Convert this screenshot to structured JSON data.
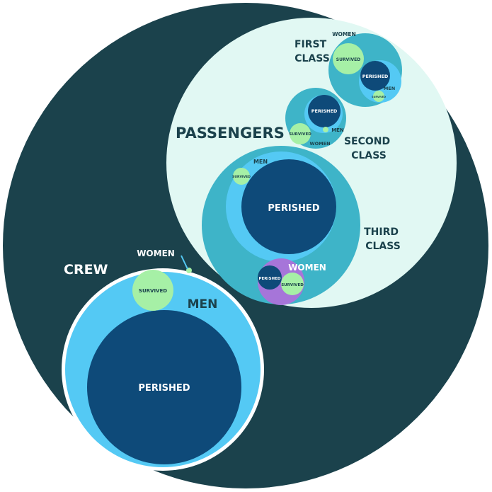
{
  "diagram": {
    "colors": {
      "outer": "#1b424c",
      "passengers_bg": "#e1f8f3",
      "class_teal": "#3eb4c8",
      "men_light_blue": "#54c9f4",
      "perished_navy": "#0e4a79",
      "survived_green": "#a6f0a6",
      "women_purple": "#a675d9",
      "white": "#ffffff",
      "dark_text": "#1b424c"
    },
    "labels": {
      "passengers": "PASSENGERS",
      "first_class_line1": "FIRST",
      "first_class_line2": "CLASS",
      "second_class_line1": "SECOND",
      "second_class_line2": "CLASS",
      "third_class_line1": "THIRD",
      "third_class_line2": "CLASS",
      "crew": "CREW",
      "crew_women": "WOMEN",
      "crew_men": "MEN",
      "crew_survived": "SURVIVED",
      "crew_perished": "PERISHED",
      "first_women": "WOMEN",
      "first_survived": "SURVIVED",
      "first_perished": "PERISHED",
      "first_men": "MEN",
      "first_men_survived": "SURVIVED",
      "second_perished": "PERISHED",
      "second_survived": "SURVIVED",
      "second_men": "MEN",
      "second_women": "WOMEN",
      "third_men": "MEN",
      "third_survived": "SURVIVED",
      "third_perished": "PERISHED",
      "third_women": "WOMEN",
      "third_women_perished": "PERISHED",
      "third_women_survived": "SURVIVED"
    }
  }
}
